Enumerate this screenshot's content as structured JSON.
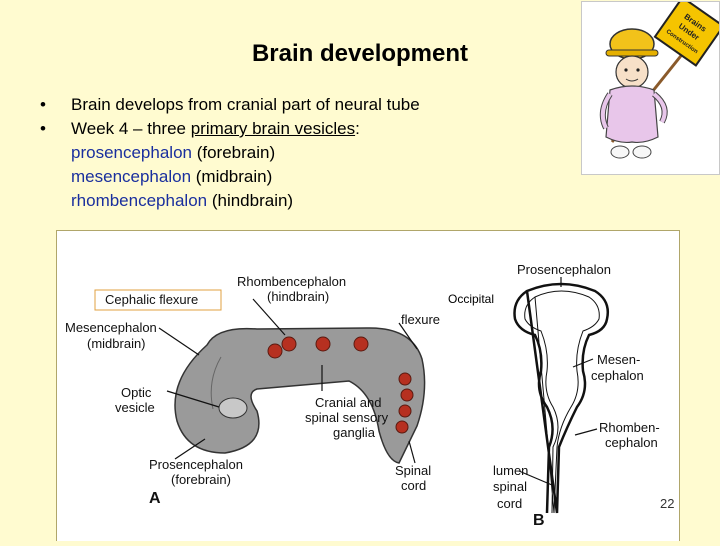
{
  "slide": {
    "title": "Brain development",
    "bullets": [
      {
        "marker": "•",
        "text": "Brain develops from cranial part of neural tube"
      },
      {
        "marker": "•",
        "prefix": "Week 4 – three ",
        "underlined": "primary brain vesicles",
        "suffix": ":"
      }
    ],
    "vesicles": [
      {
        "term": "prosencephalon",
        "gloss": " (forebrain)"
      },
      {
        "term": "mesencephalon",
        "gloss": " (midbrain)"
      },
      {
        "term": "rhombencephalon",
        "gloss": " (hindbrain)"
      }
    ],
    "page_number": "22"
  },
  "cartoon_sign": {
    "line1": "Brains",
    "line2": "Under",
    "line3": "Construction"
  },
  "figure": {
    "panel_a": {
      "panel_label": "A",
      "cephalic_flexure": "Cephalic flexure",
      "rhombencephalon": "Rhombencephalon",
      "hindbrain": "(hindbrain)",
      "mesencephalon": "Mesencephalon",
      "midbrain": "(midbrain)",
      "optic": "Optic",
      "vesicle": "vesicle",
      "cranial": "Cranial and",
      "spinal_sensory": "spinal sensory",
      "ganglia": "ganglia",
      "prosencephalon": "Prosencephalon",
      "forebrain": "(forebrain)",
      "spinal": "Spinal",
      "cord": "cord",
      "occipital": "Occipital",
      "flexure": "flexure"
    },
    "panel_b": {
      "panel_label": "B",
      "prosencephalon": "Prosencephalon",
      "mesen": "Mesen-",
      "cephalon1": "cephalon",
      "rhomben": "Rhomben-",
      "cephalon2": "cephalon",
      "lumen": "lumen",
      "spinal": "spinal",
      "cord": "cord"
    }
  }
}
